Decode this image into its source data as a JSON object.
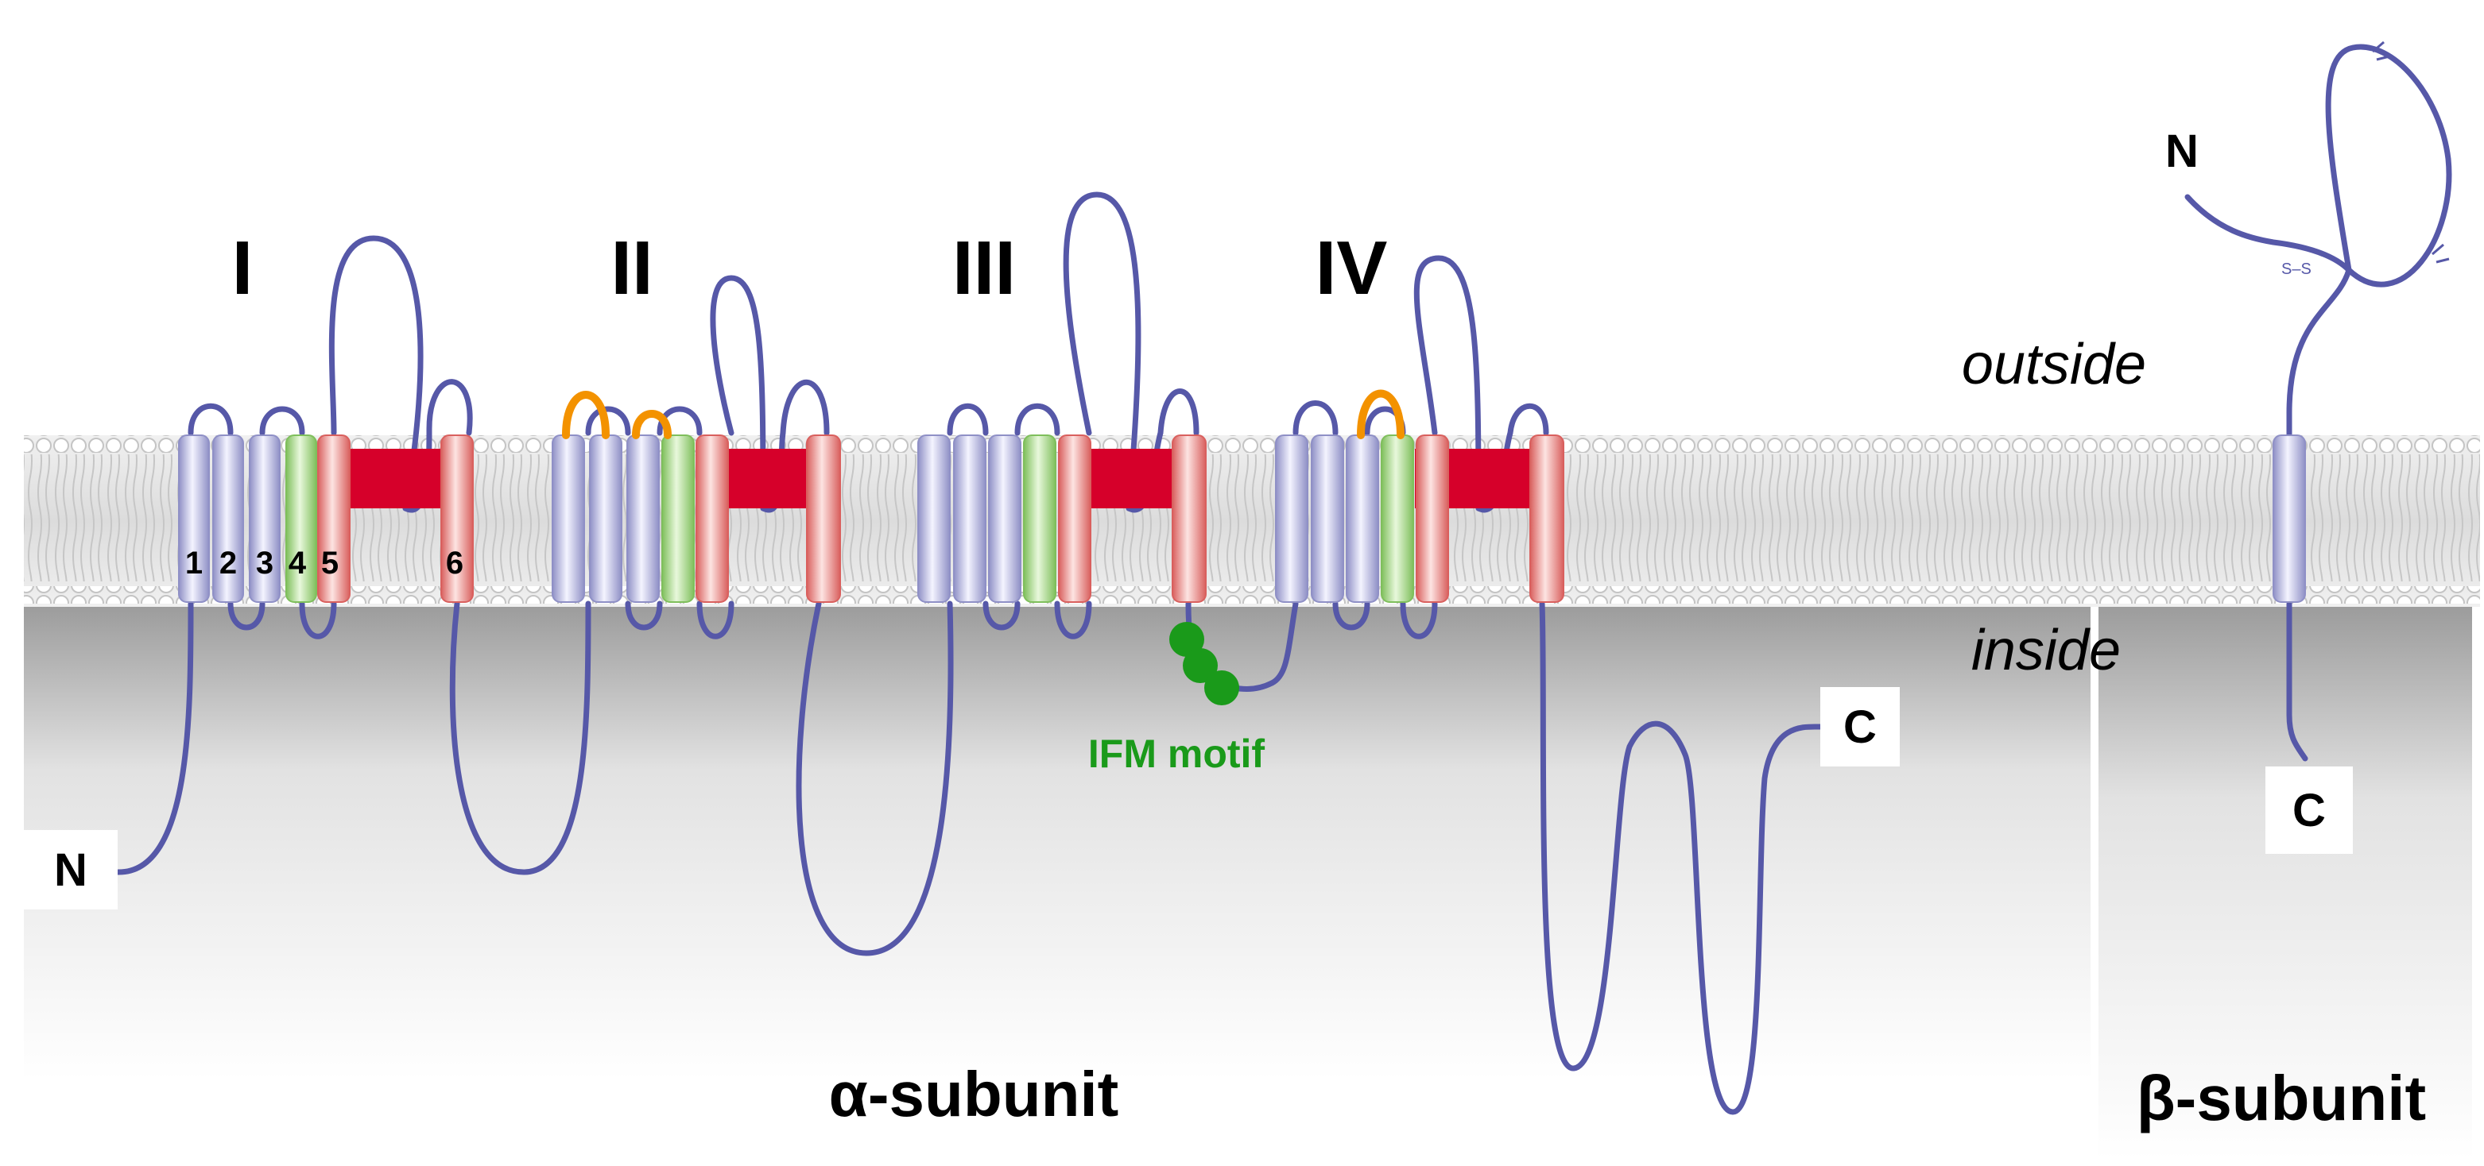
{
  "domains": {
    "d1": "I",
    "d2": "II",
    "d3": "III",
    "d4": "IV"
  },
  "segments": {
    "s1": "1",
    "s2": "2",
    "s3": "3",
    "s4": "4",
    "s5": "5",
    "s6": "6"
  },
  "alpha": {
    "n_terminal": "N",
    "c_terminal": "C",
    "ifm_label": "IFM motif",
    "title": "α-subunit"
  },
  "beta": {
    "n_terminal": "N",
    "c_terminal": "C",
    "ss_label": "S–S",
    "title": "β-subunit"
  },
  "membrane": {
    "outside": "outside",
    "inside": "inside"
  },
  "colors": {
    "helix_blue": "#c9c9ea",
    "helix_green": "#b8dfa0",
    "helix_red": "#f2b8b8",
    "pore_red": "#d6002a",
    "chain": "#5658a8",
    "p_loop_orange": "#f39200",
    "ifm_green": "#1a9a1a"
  }
}
